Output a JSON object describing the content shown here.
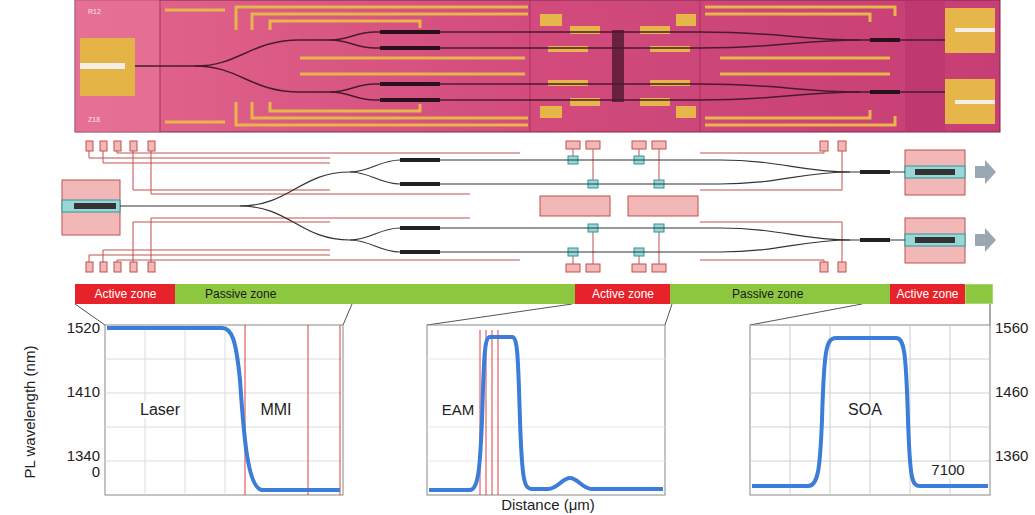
{
  "diagram": {
    "nodes": [
      {
        "text": [
          "Active zone"
        ]
      },
      {
        "text": [
          "Passive zone"
        ]
      },
      {
        "text": [
          "Active zone"
        ]
      },
      {
        "text": [
          "Passive zone"
        ]
      },
      {
        "text": [
          "Active zone"
        ]
      }
    ],
    "labels": [
      "R12",
      "Z18",
      "PL wavelength (nm)",
      "1520",
      "1410",
      "1340",
      "0",
      "Laser",
      "MMI",
      "EAM",
      "SOA",
      "Distance (μm)",
      "7100",
      "1560",
      "1460",
      "1360"
    ]
  }
}
